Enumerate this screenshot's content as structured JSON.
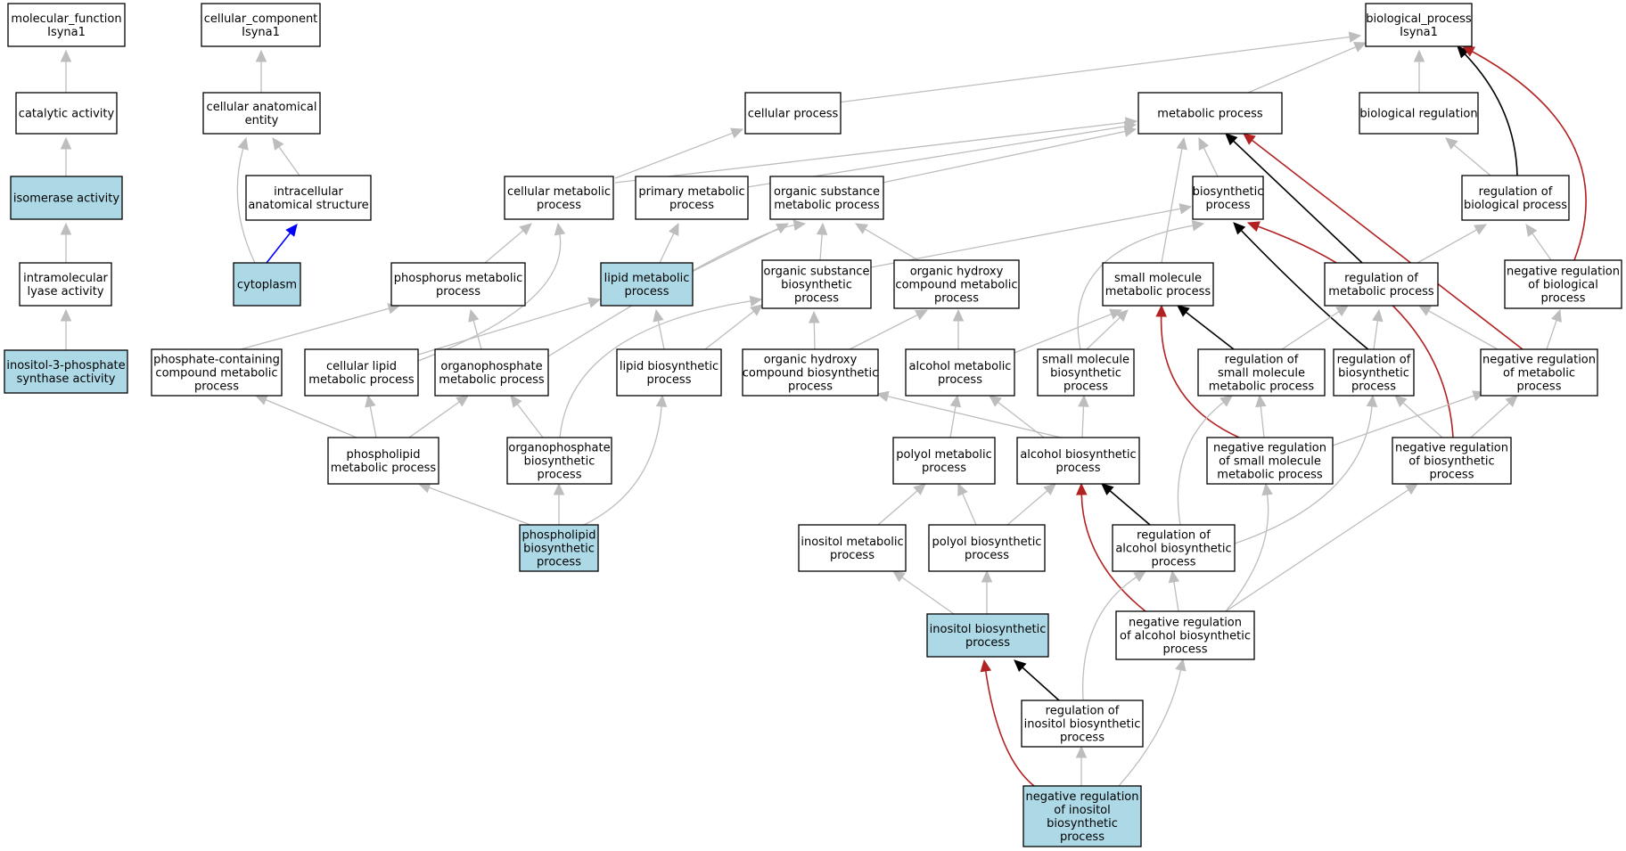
{
  "graph": {
    "colors": {
      "background": "#ffffff",
      "node_fill": "#ffffff",
      "node_highlight_fill": "#add8e6",
      "node_border": "#000000",
      "is_a": "#bdbdbd",
      "part_of": "#0000ff",
      "regulates": "#000000",
      "negatively_regulates": "#b22222"
    },
    "nodes": [
      {
        "id": "mf",
        "lines": [
          "molecular_function",
          "Isyna1"
        ],
        "highlight": false
      },
      {
        "id": "cat",
        "lines": [
          "catalytic activity"
        ],
        "highlight": false
      },
      {
        "id": "iso",
        "lines": [
          "isomerase activity"
        ],
        "highlight": true
      },
      {
        "id": "intra_lyase",
        "lines": [
          "intramolecular",
          "lyase activity"
        ],
        "highlight": false
      },
      {
        "id": "ino3p",
        "lines": [
          "inositol-3-phosphate",
          "synthase activity"
        ],
        "highlight": true
      },
      {
        "id": "cc",
        "lines": [
          "cellular_component",
          "Isyna1"
        ],
        "highlight": false
      },
      {
        "id": "cae",
        "lines": [
          "cellular anatomical",
          "entity"
        ],
        "highlight": false
      },
      {
        "id": "ias",
        "lines": [
          "intracellular",
          "anatomical structure"
        ],
        "highlight": false
      },
      {
        "id": "cyto",
        "lines": [
          "cytoplasm"
        ],
        "highlight": true
      },
      {
        "id": "bp",
        "lines": [
          "biological_process",
          "Isyna1"
        ],
        "highlight": false
      },
      {
        "id": "cellproc",
        "lines": [
          "cellular process"
        ],
        "highlight": false
      },
      {
        "id": "metab",
        "lines": [
          "metabolic process"
        ],
        "highlight": false
      },
      {
        "id": "bioreg",
        "lines": [
          "biological regulation"
        ],
        "highlight": false
      },
      {
        "id": "cellmet",
        "lines": [
          "cellular metabolic",
          "process"
        ],
        "highlight": false
      },
      {
        "id": "primmet",
        "lines": [
          "primary metabolic",
          "process"
        ],
        "highlight": false
      },
      {
        "id": "orgsub",
        "lines": [
          "organic substance",
          "metabolic process"
        ],
        "highlight": false
      },
      {
        "id": "biosyn",
        "lines": [
          "biosynthetic",
          "process"
        ],
        "highlight": false
      },
      {
        "id": "regbio",
        "lines": [
          "regulation of",
          "biological process"
        ],
        "highlight": false
      },
      {
        "id": "phosmet",
        "lines": [
          "phosphorus metabolic",
          "process"
        ],
        "highlight": false
      },
      {
        "id": "lipmet",
        "lines": [
          "lipid metabolic",
          "process"
        ],
        "highlight": true
      },
      {
        "id": "orgsubbio",
        "lines": [
          "organic substance",
          "biosynthetic",
          "process"
        ],
        "highlight": false
      },
      {
        "id": "orghydmet",
        "lines": [
          "organic hydroxy",
          "compound metabolic",
          "process"
        ],
        "highlight": false
      },
      {
        "id": "smmet",
        "lines": [
          "small molecule",
          "metabolic process"
        ],
        "highlight": false
      },
      {
        "id": "regmet",
        "lines": [
          "regulation of",
          "metabolic process"
        ],
        "highlight": false
      },
      {
        "id": "negregbio",
        "lines": [
          "negative regulation",
          "of biological",
          "process"
        ],
        "highlight": false
      },
      {
        "id": "phoscpd",
        "lines": [
          "phosphate-containing",
          "compound metabolic",
          "process"
        ],
        "highlight": false
      },
      {
        "id": "celllip",
        "lines": [
          "cellular lipid",
          "metabolic process"
        ],
        "highlight": false
      },
      {
        "id": "orgphosmet",
        "lines": [
          "organophosphate",
          "metabolic process"
        ],
        "highlight": false
      },
      {
        "id": "lipbio",
        "lines": [
          "lipid biosynthetic",
          "process"
        ],
        "highlight": false
      },
      {
        "id": "orghydbio",
        "lines": [
          "organic hydroxy",
          "compound biosynthetic",
          "process"
        ],
        "highlight": false
      },
      {
        "id": "alcmet",
        "lines": [
          "alcohol metabolic",
          "process"
        ],
        "highlight": false
      },
      {
        "id": "smbio",
        "lines": [
          "small molecule",
          "biosynthetic",
          "process"
        ],
        "highlight": false
      },
      {
        "id": "regsm",
        "lines": [
          "regulation of",
          "small molecule",
          "metabolic process"
        ],
        "highlight": false
      },
      {
        "id": "regbiosyn",
        "lines": [
          "regulation of",
          "biosynthetic",
          "process"
        ],
        "highlight": false
      },
      {
        "id": "negregmet",
        "lines": [
          "negative regulation",
          "of metabolic",
          "process"
        ],
        "highlight": false
      },
      {
        "id": "phospmet",
        "lines": [
          "phospholipid",
          "metabolic process"
        ],
        "highlight": false
      },
      {
        "id": "orgphosbio",
        "lines": [
          "organophosphate",
          "biosynthetic",
          "process"
        ],
        "highlight": false
      },
      {
        "id": "polmet",
        "lines": [
          "polyol metabolic",
          "process"
        ],
        "highlight": false
      },
      {
        "id": "alcbio",
        "lines": [
          "alcohol biosynthetic",
          "process"
        ],
        "highlight": false
      },
      {
        "id": "negregsm",
        "lines": [
          "negative regulation",
          "of small molecule",
          "metabolic process"
        ],
        "highlight": false
      },
      {
        "id": "negregbiosyn",
        "lines": [
          "negative regulation",
          "of biosynthetic",
          "process"
        ],
        "highlight": false
      },
      {
        "id": "phospbio",
        "lines": [
          "phospholipid",
          "biosynthetic",
          "process"
        ],
        "highlight": true
      },
      {
        "id": "inomet",
        "lines": [
          "inositol metabolic",
          "process"
        ],
        "highlight": false
      },
      {
        "id": "polbio",
        "lines": [
          "polyol biosynthetic",
          "process"
        ],
        "highlight": false
      },
      {
        "id": "regalc",
        "lines": [
          "regulation of",
          "alcohol biosynthetic",
          "process"
        ],
        "highlight": false
      },
      {
        "id": "inobio",
        "lines": [
          "inositol biosynthetic",
          "process"
        ],
        "highlight": true
      },
      {
        "id": "negregalc",
        "lines": [
          "negative regulation",
          "of alcohol biosynthetic",
          "process"
        ],
        "highlight": false
      },
      {
        "id": "regino",
        "lines": [
          "regulation of",
          "inositol biosynthetic",
          "process"
        ],
        "highlight": false
      },
      {
        "id": "negregino",
        "lines": [
          "negative regulation",
          "of inositol",
          "biosynthetic",
          "process"
        ],
        "highlight": true
      }
    ],
    "edges": [
      {
        "from": "cat",
        "to": "mf",
        "type": "is_a"
      },
      {
        "from": "iso",
        "to": "cat",
        "type": "is_a"
      },
      {
        "from": "intra_lyase",
        "to": "iso",
        "type": "is_a"
      },
      {
        "from": "ino3p",
        "to": "intra_lyase",
        "type": "is_a"
      },
      {
        "from": "cae",
        "to": "cc",
        "type": "is_a"
      },
      {
        "from": "ias",
        "to": "cae",
        "type": "is_a"
      },
      {
        "from": "cyto",
        "to": "cae",
        "type": "is_a"
      },
      {
        "from": "cyto",
        "to": "ias",
        "type": "part_of"
      },
      {
        "from": "cellproc",
        "to": "bp",
        "type": "is_a"
      },
      {
        "from": "metab",
        "to": "bp",
        "type": "is_a"
      },
      {
        "from": "bioreg",
        "to": "bp",
        "type": "is_a"
      },
      {
        "from": "regbio",
        "to": "bp",
        "type": "regulates"
      },
      {
        "from": "negregbio",
        "to": "bp",
        "type": "negatively_regulates"
      },
      {
        "from": "cellmet",
        "to": "cellproc",
        "type": "is_a"
      },
      {
        "from": "cellmet",
        "to": "metab",
        "type": "is_a"
      },
      {
        "from": "primmet",
        "to": "metab",
        "type": "is_a"
      },
      {
        "from": "orgsub",
        "to": "metab",
        "type": "is_a"
      },
      {
        "from": "biosyn",
        "to": "metab",
        "type": "is_a"
      },
      {
        "from": "smmet",
        "to": "metab",
        "type": "is_a"
      },
      {
        "from": "regmet",
        "to": "metab",
        "type": "regulates"
      },
      {
        "from": "negregmet",
        "to": "metab",
        "type": "negatively_regulates"
      },
      {
        "from": "regbio",
        "to": "bioreg",
        "type": "is_a"
      },
      {
        "from": "regmet",
        "to": "regbio",
        "type": "is_a"
      },
      {
        "from": "negregbio",
        "to": "regbio",
        "type": "is_a"
      },
      {
        "from": "phosmet",
        "to": "cellmet",
        "type": "is_a"
      },
      {
        "from": "celllip",
        "to": "cellmet",
        "type": "is_a"
      },
      {
        "from": "lipmet",
        "to": "primmet",
        "type": "is_a"
      },
      {
        "from": "lipmet",
        "to": "orgsub",
        "type": "is_a"
      },
      {
        "from": "orgsubbio",
        "to": "orgsub",
        "type": "is_a"
      },
      {
        "from": "orghydmet",
        "to": "orgsub",
        "type": "is_a"
      },
      {
        "from": "orgphosmet",
        "to": "orgsub",
        "type": "is_a"
      },
      {
        "from": "orgsubbio",
        "to": "biosyn",
        "type": "is_a"
      },
      {
        "from": "smbio",
        "to": "biosyn",
        "type": "is_a"
      },
      {
        "from": "regbiosyn",
        "to": "biosyn",
        "type": "regulates"
      },
      {
        "from": "negregbiosyn",
        "to": "biosyn",
        "type": "negatively_regulates"
      },
      {
        "from": "phoscpd",
        "to": "phosmet",
        "type": "is_a"
      },
      {
        "from": "orgphosmet",
        "to": "phosmet",
        "type": "is_a"
      },
      {
        "from": "celllip",
        "to": "lipmet",
        "type": "is_a"
      },
      {
        "from": "lipbio",
        "to": "lipmet",
        "type": "is_a"
      },
      {
        "from": "lipbio",
        "to": "orgsubbio",
        "type": "is_a"
      },
      {
        "from": "orghydbio",
        "to": "orgsubbio",
        "type": "is_a"
      },
      {
        "from": "orgphosbio",
        "to": "orgsubbio",
        "type": "is_a"
      },
      {
        "from": "orghydbio",
        "to": "orghydmet",
        "type": "is_a"
      },
      {
        "from": "alcmet",
        "to": "orghydmet",
        "type": "is_a"
      },
      {
        "from": "alcmet",
        "to": "smmet",
        "type": "is_a"
      },
      {
        "from": "smbio",
        "to": "smmet",
        "type": "is_a"
      },
      {
        "from": "regsm",
        "to": "smmet",
        "type": "regulates"
      },
      {
        "from": "negregsm",
        "to": "smmet",
        "type": "negatively_regulates"
      },
      {
        "from": "regsm",
        "to": "regmet",
        "type": "is_a"
      },
      {
        "from": "regbiosyn",
        "to": "regmet",
        "type": "is_a"
      },
      {
        "from": "negregmet",
        "to": "regmet",
        "type": "is_a"
      },
      {
        "from": "negregmet",
        "to": "negregbio",
        "type": "is_a"
      },
      {
        "from": "phospmet",
        "to": "phoscpd",
        "type": "is_a"
      },
      {
        "from": "phospmet",
        "to": "celllip",
        "type": "is_a"
      },
      {
        "from": "phospmet",
        "to": "orgphosmet",
        "type": "is_a"
      },
      {
        "from": "orgphosbio",
        "to": "orgphosmet",
        "type": "is_a"
      },
      {
        "from": "phospbio",
        "to": "lipbio",
        "type": "is_a"
      },
      {
        "from": "alcbio",
        "to": "orghydbio",
        "type": "is_a"
      },
      {
        "from": "polmet",
        "to": "alcmet",
        "type": "is_a"
      },
      {
        "from": "alcbio",
        "to": "alcmet",
        "type": "is_a"
      },
      {
        "from": "alcbio",
        "to": "smbio",
        "type": "is_a"
      },
      {
        "from": "negregsm",
        "to": "regsm",
        "type": "is_a"
      },
      {
        "from": "regalc",
        "to": "regsm",
        "type": "is_a"
      },
      {
        "from": "negregbiosyn",
        "to": "regbiosyn",
        "type": "is_a"
      },
      {
        "from": "regalc",
        "to": "regbiosyn",
        "type": "is_a"
      },
      {
        "from": "negregsm",
        "to": "negregmet",
        "type": "is_a"
      },
      {
        "from": "negregbiosyn",
        "to": "negregmet",
        "type": "is_a"
      },
      {
        "from": "phospbio",
        "to": "phospmet",
        "type": "is_a"
      },
      {
        "from": "phospbio",
        "to": "orgphosbio",
        "type": "is_a"
      },
      {
        "from": "inomet",
        "to": "polmet",
        "type": "is_a"
      },
      {
        "from": "polbio",
        "to": "polmet",
        "type": "is_a"
      },
      {
        "from": "polbio",
        "to": "alcbio",
        "type": "is_a"
      },
      {
        "from": "regalc",
        "to": "alcbio",
        "type": "regulates"
      },
      {
        "from": "negregalc",
        "to": "alcbio",
        "type": "negatively_regulates"
      },
      {
        "from": "negregalc",
        "to": "negregsm",
        "type": "is_a"
      },
      {
        "from": "negregalc",
        "to": "negregbiosyn",
        "type": "is_a"
      },
      {
        "from": "negregalc",
        "to": "regalc",
        "type": "is_a"
      },
      {
        "from": "inobio",
        "to": "inomet",
        "type": "is_a"
      },
      {
        "from": "inobio",
        "to": "polbio",
        "type": "is_a"
      },
      {
        "from": "regino",
        "to": "regalc",
        "type": "is_a"
      },
      {
        "from": "regino",
        "to": "inobio",
        "type": "regulates"
      },
      {
        "from": "negregino",
        "to": "regino",
        "type": "is_a"
      },
      {
        "from": "negregino",
        "to": "negregalc",
        "type": "is_a"
      },
      {
        "from": "negregino",
        "to": "inobio",
        "type": "negatively_regulates"
      }
    ]
  }
}
